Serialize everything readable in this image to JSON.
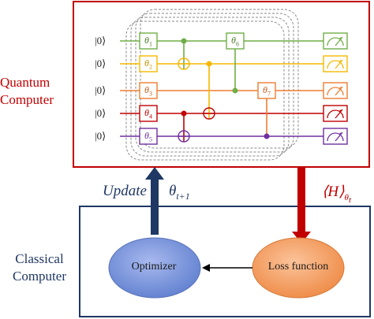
{
  "labels": {
    "quantum_line1": "Quantum",
    "quantum_line2": "Computer",
    "classical_line1": "Classical",
    "classical_line2": "Computer",
    "update": "Update",
    "theta_next": "θ",
    "theta_next_sub": "t+1",
    "expectation": "⟨H⟩",
    "expectation_sub": "θ",
    "expectation_subsub": "t",
    "optimizer": "Optimizer",
    "loss_function": "Loss function"
  },
  "qubits": [
    {
      "ket": "|0⟩",
      "color": "#70ad47"
    },
    {
      "ket": "|0⟩",
      "color": "#f5b800"
    },
    {
      "ket": "|0⟩",
      "color": "#ed7d31"
    },
    {
      "ket": "|0⟩",
      "color": "#c00000"
    },
    {
      "ket": "|0⟩",
      "color": "#7030a0"
    }
  ],
  "gates": [
    {
      "name": "θ",
      "sub": "1"
    },
    {
      "name": "θ",
      "sub": "2"
    },
    {
      "name": "θ",
      "sub": "3"
    },
    {
      "name": "θ",
      "sub": "4"
    },
    {
      "name": "θ",
      "sub": "5"
    },
    {
      "name": "θ",
      "sub": "6"
    },
    {
      "name": "θ",
      "sub": "7"
    }
  ],
  "colors": {
    "quantum_box": "#c00000",
    "classical_box": "#1f3864",
    "arrow_up": "#1f3864",
    "arrow_down": "#c00000",
    "optimizer_fill": "#7b93d6",
    "loss_fill": "#f4a46e"
  },
  "icons": [
    "meter-icon"
  ]
}
